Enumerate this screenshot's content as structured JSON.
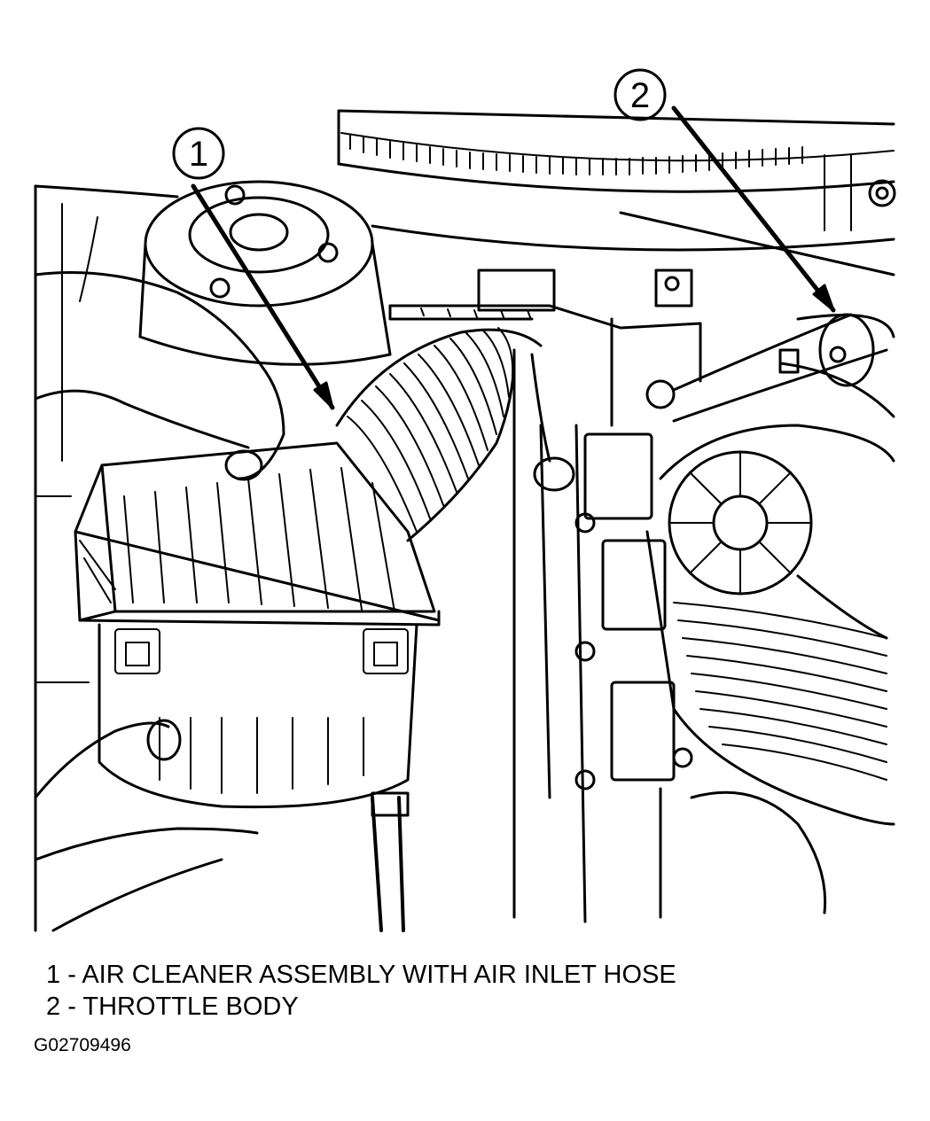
{
  "callouts": [
    {
      "number": "1"
    },
    {
      "number": "2"
    }
  ],
  "legend": [
    {
      "number": "1",
      "text": "AIR CLEANER ASSEMBLY WITH AIR INLET HOSE"
    },
    {
      "number": "2",
      "text": "THROTTLE BODY"
    }
  ],
  "legend_separator": " - ",
  "figure_id": "G02709496"
}
